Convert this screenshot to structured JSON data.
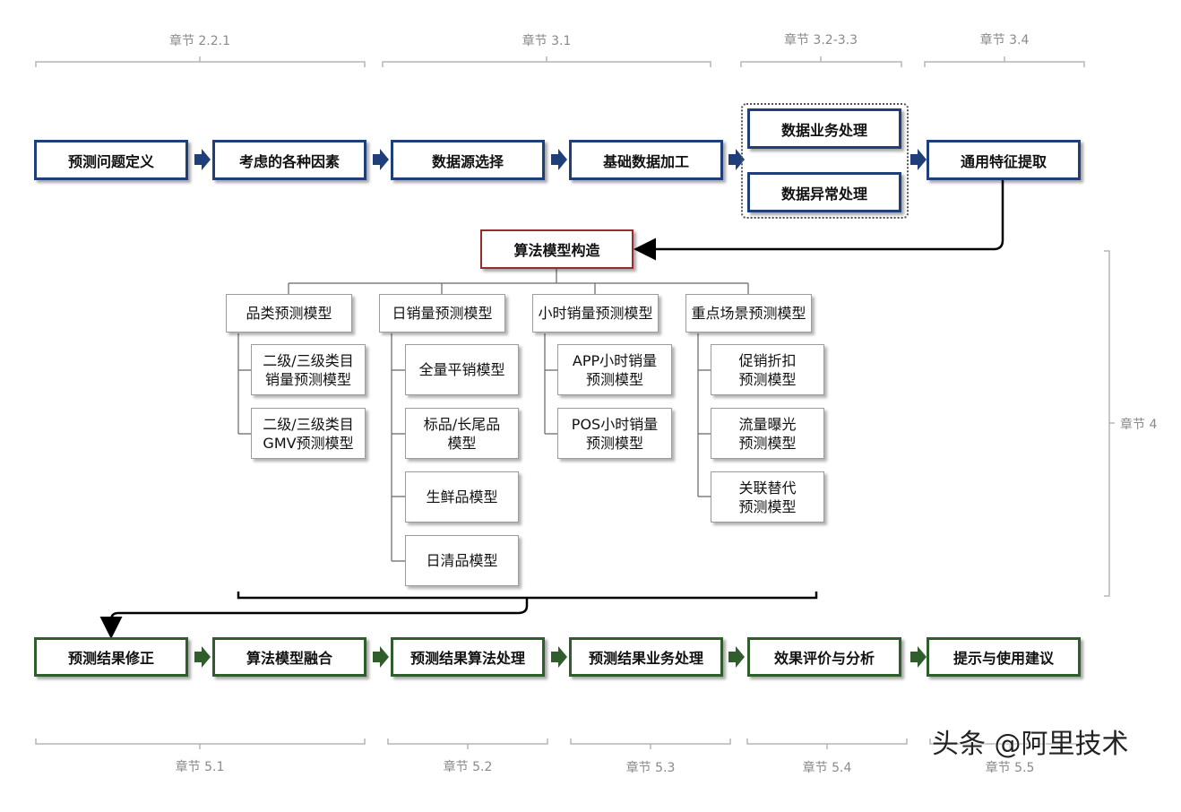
{
  "chapters_top": [
    {
      "label": "章节 2.2.1"
    },
    {
      "label": "章节 3.1"
    },
    {
      "label": "章节 3.2-3.3"
    },
    {
      "label": "章节 3.4"
    }
  ],
  "chapter_side": {
    "label": "章节 4"
  },
  "chapters_bottom": [
    {
      "label": "章节 5.1"
    },
    {
      "label": "章节 5.2"
    },
    {
      "label": "章节 5.3"
    },
    {
      "label": "章节 5.4"
    },
    {
      "label": "章节 5.5"
    }
  ],
  "top_flow": [
    "预测问题定义",
    "考虑的各种因素",
    "数据源选择",
    "基础数据加工",
    "通用特征提取"
  ],
  "data_group": [
    "数据业务处理",
    "数据异常处理"
  ],
  "algorithm_root": "算法模型构造",
  "categories": [
    {
      "title": "品类预测模型",
      "items": [
        "二级/三级类目\n销量预测模型",
        "二级/三级类目\nGMV预测模型"
      ]
    },
    {
      "title": "日销量预测模型",
      "items": [
        "全量平销模型",
        "标品/长尾品\n模型",
        "生鲜品模型",
        "日清品模型"
      ]
    },
    {
      "title": "小时销量预测模型",
      "items": [
        "APP小时销量\n预测模型",
        "POS小时销量\n预测模型"
      ]
    },
    {
      "title": "重点场景预测模型",
      "items": [
        "促销折扣\n预测模型",
        "流量曝光\n预测模型",
        "关联替代\n预测模型"
      ]
    }
  ],
  "bottom_flow": [
    "预测结果修正",
    "算法模型融合",
    "预测结果算法处理",
    "预测结果业务处理",
    "效果评价与分析",
    "提示与使用建议"
  ],
  "watermark": "头条 @阿里技术",
  "colors": {
    "blue_border": "#1f3f7a",
    "green_border": "#2f5e2c",
    "red_border": "#9a2b2b",
    "arrow_blue": "#1f3f7a",
    "arrow_green": "#2f5e2c",
    "bracket_gray": "#b5b5b5"
  }
}
